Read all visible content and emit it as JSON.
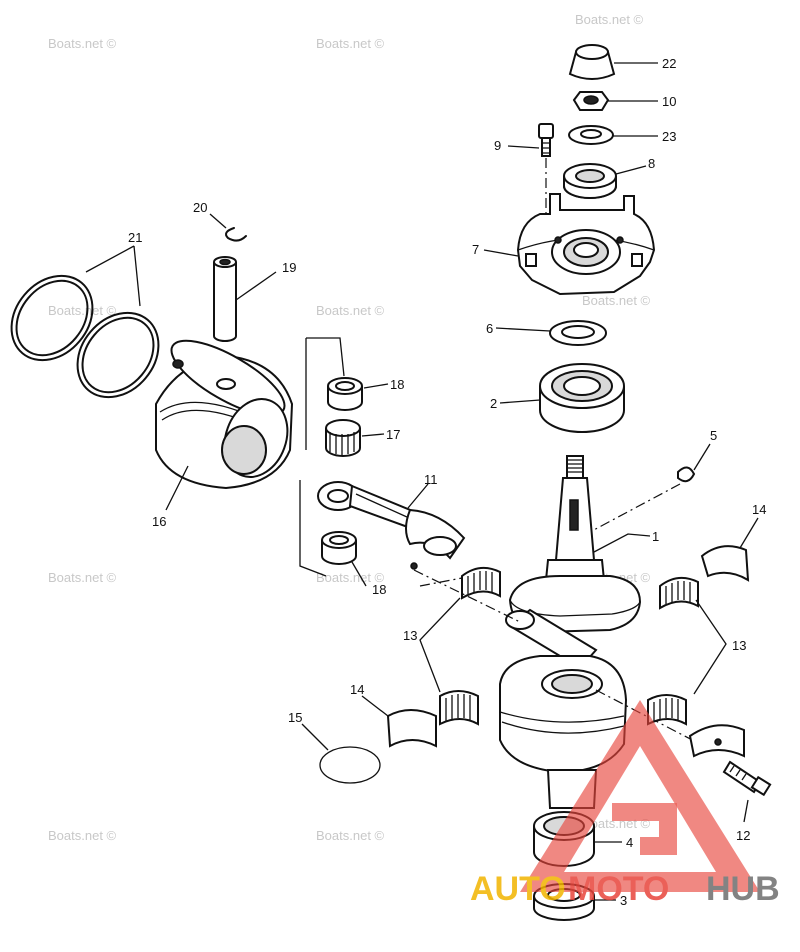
{
  "diagram": {
    "callouts": [
      {
        "id": "22",
        "label": "22"
      },
      {
        "id": "10",
        "label": "10"
      },
      {
        "id": "23",
        "label": "23"
      },
      {
        "id": "9",
        "label": "9"
      },
      {
        "id": "8",
        "label": "8"
      },
      {
        "id": "7",
        "label": "7"
      },
      {
        "id": "6",
        "label": "6"
      },
      {
        "id": "2",
        "label": "2"
      },
      {
        "id": "5",
        "label": "5"
      },
      {
        "id": "1",
        "label": "1"
      },
      {
        "id": "14a",
        "label": "14"
      },
      {
        "id": "14b",
        "label": "14"
      },
      {
        "id": "13a",
        "label": "13"
      },
      {
        "id": "13b",
        "label": "13"
      },
      {
        "id": "12",
        "label": "12"
      },
      {
        "id": "4",
        "label": "4"
      },
      {
        "id": "3",
        "label": "3"
      },
      {
        "id": "15",
        "label": "15"
      },
      {
        "id": "16",
        "label": "16"
      },
      {
        "id": "17",
        "label": "17"
      },
      {
        "id": "18a",
        "label": "18"
      },
      {
        "id": "18b",
        "label": "18"
      },
      {
        "id": "19",
        "label": "19"
      },
      {
        "id": "20",
        "label": "20"
      },
      {
        "id": "21",
        "label": "21"
      },
      {
        "id": "11",
        "label": "11"
      }
    ],
    "watermark": "Boats.net ©",
    "logo": {
      "auto": "AUTO",
      "moto": "MOTO",
      "hub": "HUB",
      "accent_color": "#e8453c",
      "gold_color": "#f2b400",
      "hub_color": "#6e6e6e"
    }
  }
}
